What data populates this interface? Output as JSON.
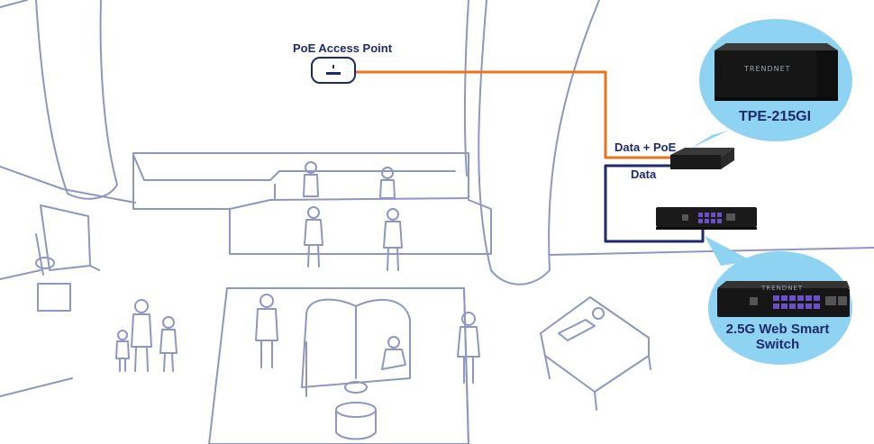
{
  "labels": {
    "access_point": "PoE Access Point",
    "data_poe": "Data + PoE",
    "data": "Data"
  },
  "devices": {
    "injector": {
      "model": "TPE-215GI",
      "brand": "TRENDNET"
    },
    "switch": {
      "name_line1": "2.5G Web Smart",
      "name_line2": "Switch",
      "brand": "TRENDNET"
    }
  },
  "colors": {
    "poe_cable": "#e8741c",
    "data_cable": "#1f2a6b",
    "bubble": "#8fd3f3",
    "sketch": "#8e98bf",
    "label_text": "#1f2a6b"
  }
}
